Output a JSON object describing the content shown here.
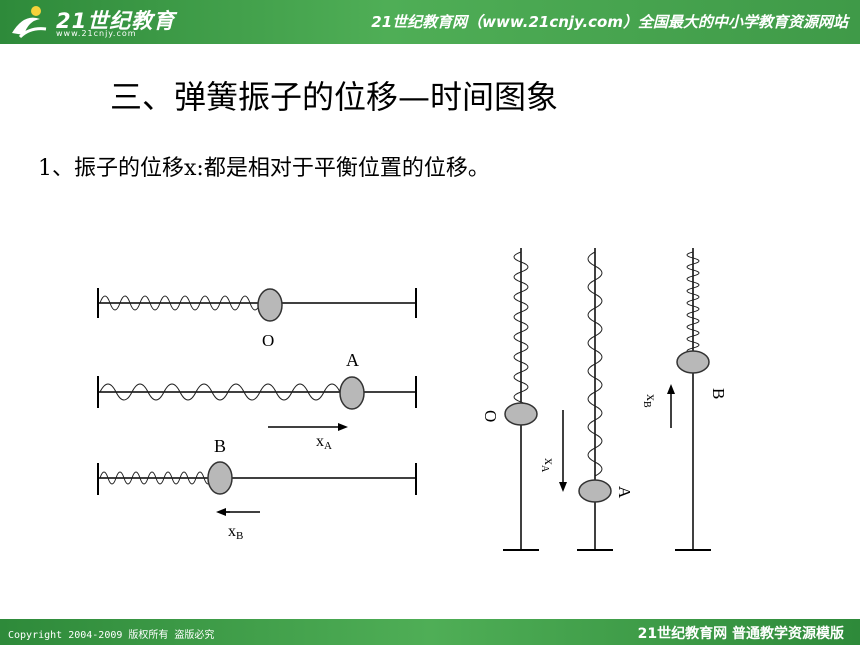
{
  "header": {
    "logo_text": "21世纪教育",
    "logo_url": "www.21cnjy.com",
    "tagline": "21世纪教育网（www.21cnjy.com）全国最大的中小学教育资源网站",
    "colors": {
      "band": "#3f9a48",
      "text": "#ffffff"
    }
  },
  "slide": {
    "title": "三、弹簧振子的位移—时间图象",
    "subtitle": "1、振子的位移x:都是相对于平衡位置的位移。"
  },
  "figure_horizontal": {
    "label_O": "O",
    "label_A": "A",
    "label_B": "B",
    "label_xA_main": "x",
    "label_xA_sub": "A",
    "label_xB_main": "x",
    "label_xB_sub": "B"
  },
  "figure_vertical": {
    "label_O": "O",
    "label_A": "A",
    "label_B": "B",
    "label_xA_main": "x",
    "label_xA_sub": "A",
    "label_xB_main": "x",
    "label_xB_sub": "B"
  },
  "footer": {
    "copyright": "Copyright 2004-2009 版权所有 盗版必究",
    "brand": "21世纪教育网   普通教学资源模版"
  }
}
